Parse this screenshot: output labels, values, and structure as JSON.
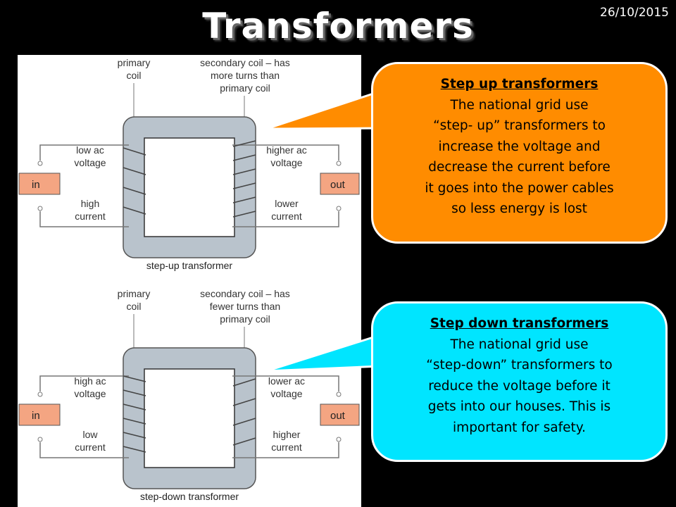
{
  "title": "Transformers",
  "date": "26/10/2015",
  "diagrams": [
    {
      "id": "step-up",
      "primary_label": [
        "primary",
        "coil"
      ],
      "secondary_label": [
        "secondary coil – has",
        "more turns than",
        "primary coil"
      ],
      "left_top": [
        "low ac",
        "voltage"
      ],
      "left_bottom": [
        "high",
        "current"
      ],
      "right_top": [
        "higher ac",
        "voltage"
      ],
      "right_bottom": [
        "lower",
        "current"
      ],
      "in_label": "in",
      "out_label": "out",
      "caption": "step-up transformer"
    },
    {
      "id": "step-down",
      "primary_label": [
        "primary",
        "coil"
      ],
      "secondary_label": [
        "secondary coil – has",
        "fewer turns than",
        "primary coil"
      ],
      "left_top": [
        "high ac",
        "voltage"
      ],
      "left_bottom": [
        "low",
        "current"
      ],
      "right_top": [
        "lower ac",
        "voltage"
      ],
      "right_bottom": [
        "higher",
        "current"
      ],
      "in_label": "in",
      "out_label": "out",
      "caption": "step-down transformer"
    }
  ],
  "callouts": {
    "step_up": {
      "heading": "Step up transformers",
      "lines": [
        "The national grid use",
        "“step- up”  transformers to",
        "increase the voltage and",
        "decrease the current before",
        "it goes into the power cables",
        "so less energy is lost"
      ]
    },
    "step_down": {
      "heading": "Step down transformers",
      "lines": [
        "The national grid use",
        "“step-down” transformers to",
        "reduce the voltage before it",
        "gets into our houses.  This is",
        "important for safety."
      ]
    }
  },
  "colors": {
    "step_up_bubble": "#ff8c00",
    "step_down_bubble": "#00e5ff",
    "io_box": "#f4a582",
    "core": "#b9c3cc"
  }
}
